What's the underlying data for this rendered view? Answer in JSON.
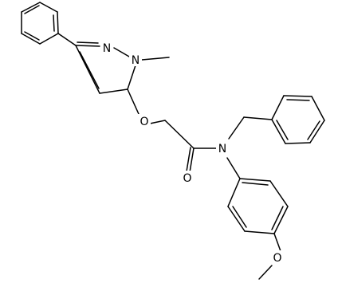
{
  "molecule": {
    "atoms": {
      "n_ring": "N",
      "n_methyl_ring": "N",
      "o_ether": "O",
      "o_carbonyl": "O",
      "n_amide": "N",
      "o_methoxy": "O"
    }
  }
}
